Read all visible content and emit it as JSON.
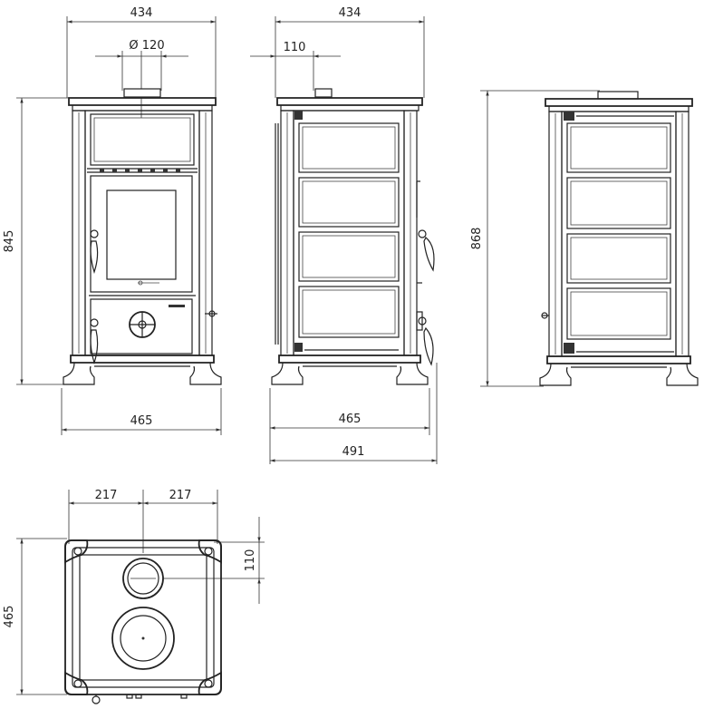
{
  "dimensions": {
    "front_width_top": "434",
    "flue_diameter": "Ø 120",
    "front_height": "845",
    "front_width_base": "465",
    "side_width_top": "434",
    "side_flue_offset": "110",
    "side_width_base": "465",
    "side_depth_total": "491",
    "back_height": "868",
    "plan_half_left": "217",
    "plan_half_right": "217",
    "plan_flue_offset": "110",
    "plan_depth": "465"
  }
}
